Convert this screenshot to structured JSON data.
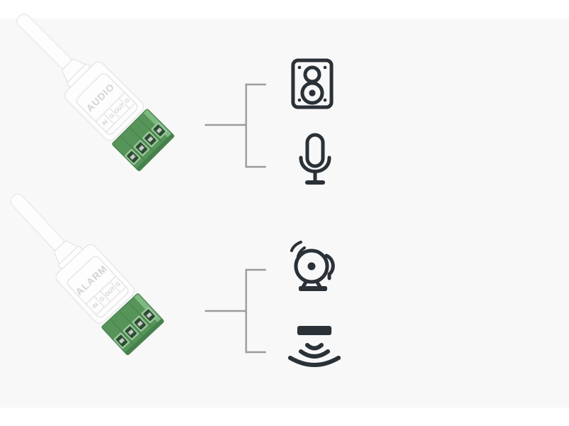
{
  "page": {
    "background": "#ffffff",
    "panel_background": "#f8f8f8"
  },
  "colors": {
    "page-bg": "#ffffff",
    "panel": "#f8f8f8",
    "icon-color": "#2a3137",
    "bracket-color": "#9b9b9b",
    "green": "#579459",
    "green-light": "#7eb981",
    "green-dark": "#2a4c2f",
    "green-edge": "#46804c",
    "emboss": "#d3d3d3"
  },
  "connectors": [
    {
      "label": "AUDIO",
      "pins": [
        "IN",
        "G",
        "OUT",
        "G"
      ],
      "icons": [
        "speaker-icon",
        "microphone-icon"
      ]
    },
    {
      "label": "ALARM",
      "pins": [
        "IN",
        "G",
        "OUT",
        "G"
      ],
      "icons": [
        "alarm-bell-icon",
        "motion-sensor-icon"
      ]
    }
  ]
}
